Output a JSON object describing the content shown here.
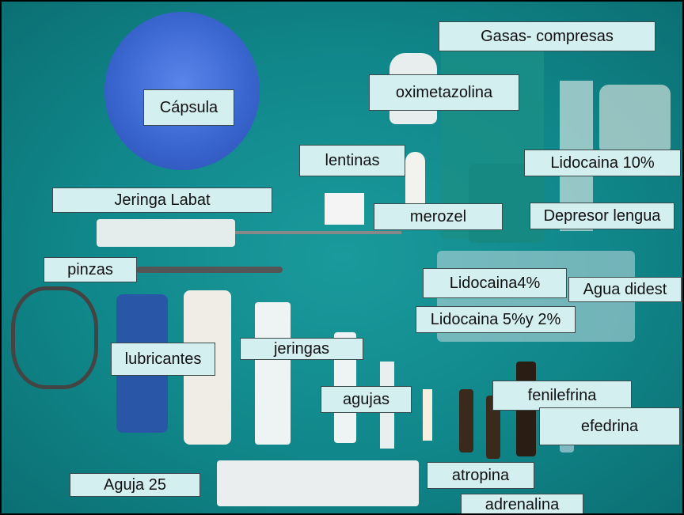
{
  "labels": {
    "capsula": "Cápsula",
    "gasas": "Gasas- compresas",
    "oximetazolina": "oximetazolina",
    "lentinas": "lentinas",
    "lidocaina10": "Lidocaina 10%",
    "jeringa_labat": "Jeringa Labat",
    "merozel": "merozel",
    "depresor": "Depresor lengua",
    "pinzas": "pinzas",
    "lidocaina4": "Lidocaina4%",
    "agua": "Agua didest",
    "lidocaina52": "Lidocaina 5%y 2%",
    "jeringas": "jeringas",
    "lubricantes": "lubricantes",
    "agujas": "agujas",
    "fenilefrina": "fenilefrina",
    "efedrina": "efedrina",
    "aguja25": "Aguja 25",
    "atropina": "atropina",
    "adrenalina": "adrenalina"
  },
  "colors": {
    "background": "#10878a",
    "label_bg": "#d3eff0",
    "bowl": "#3f6fd8"
  }
}
